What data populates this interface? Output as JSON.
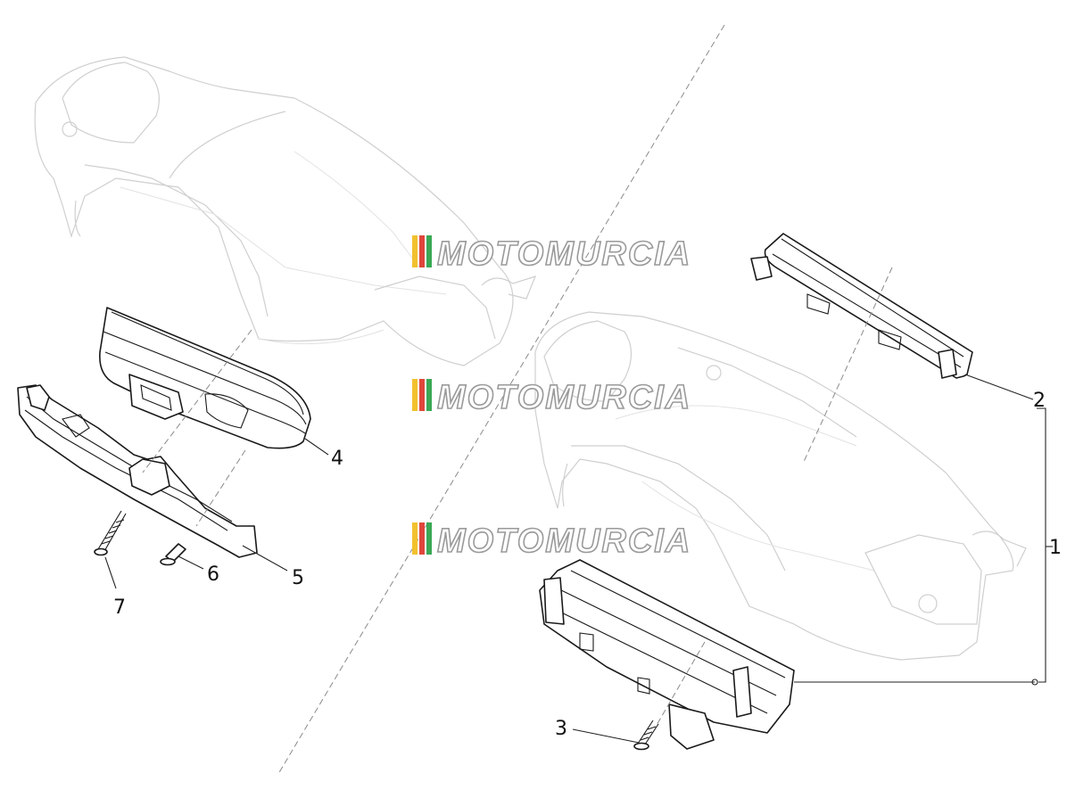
{
  "watermark": {
    "text": "MOTOMURCIA",
    "stripe_colors": [
      "#f2c12e",
      "#e0463c",
      "#3aa856"
    ]
  },
  "callouts": [
    {
      "id": "1",
      "label": "1"
    },
    {
      "id": "2",
      "label": "2"
    },
    {
      "id": "3",
      "label": "3"
    },
    {
      "id": "4",
      "label": "4"
    },
    {
      "id": "5",
      "label": "5"
    },
    {
      "id": "6",
      "label": "6"
    },
    {
      "id": "7",
      "label": "7"
    }
  ]
}
